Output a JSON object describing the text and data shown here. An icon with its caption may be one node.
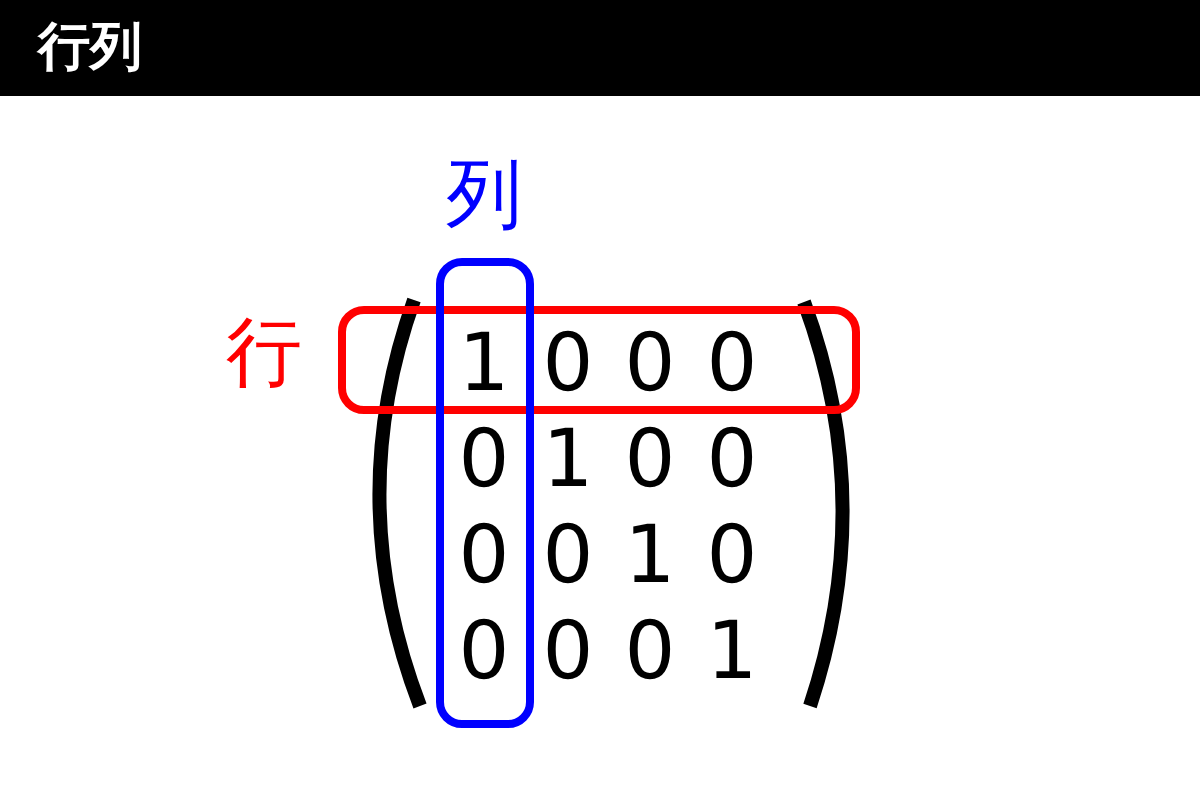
{
  "diagram": {
    "title": "行列",
    "nodes": [
      {
        "text": [
          "行"
        ]
      },
      {
        "text": [
          "列"
        ]
      }
    ],
    "labels": [
      "1",
      "0",
      "0",
      "0",
      "0",
      "1",
      "0",
      "0",
      "0",
      "0",
      "1",
      "0",
      "0",
      "0",
      "0",
      "1"
    ]
  }
}
